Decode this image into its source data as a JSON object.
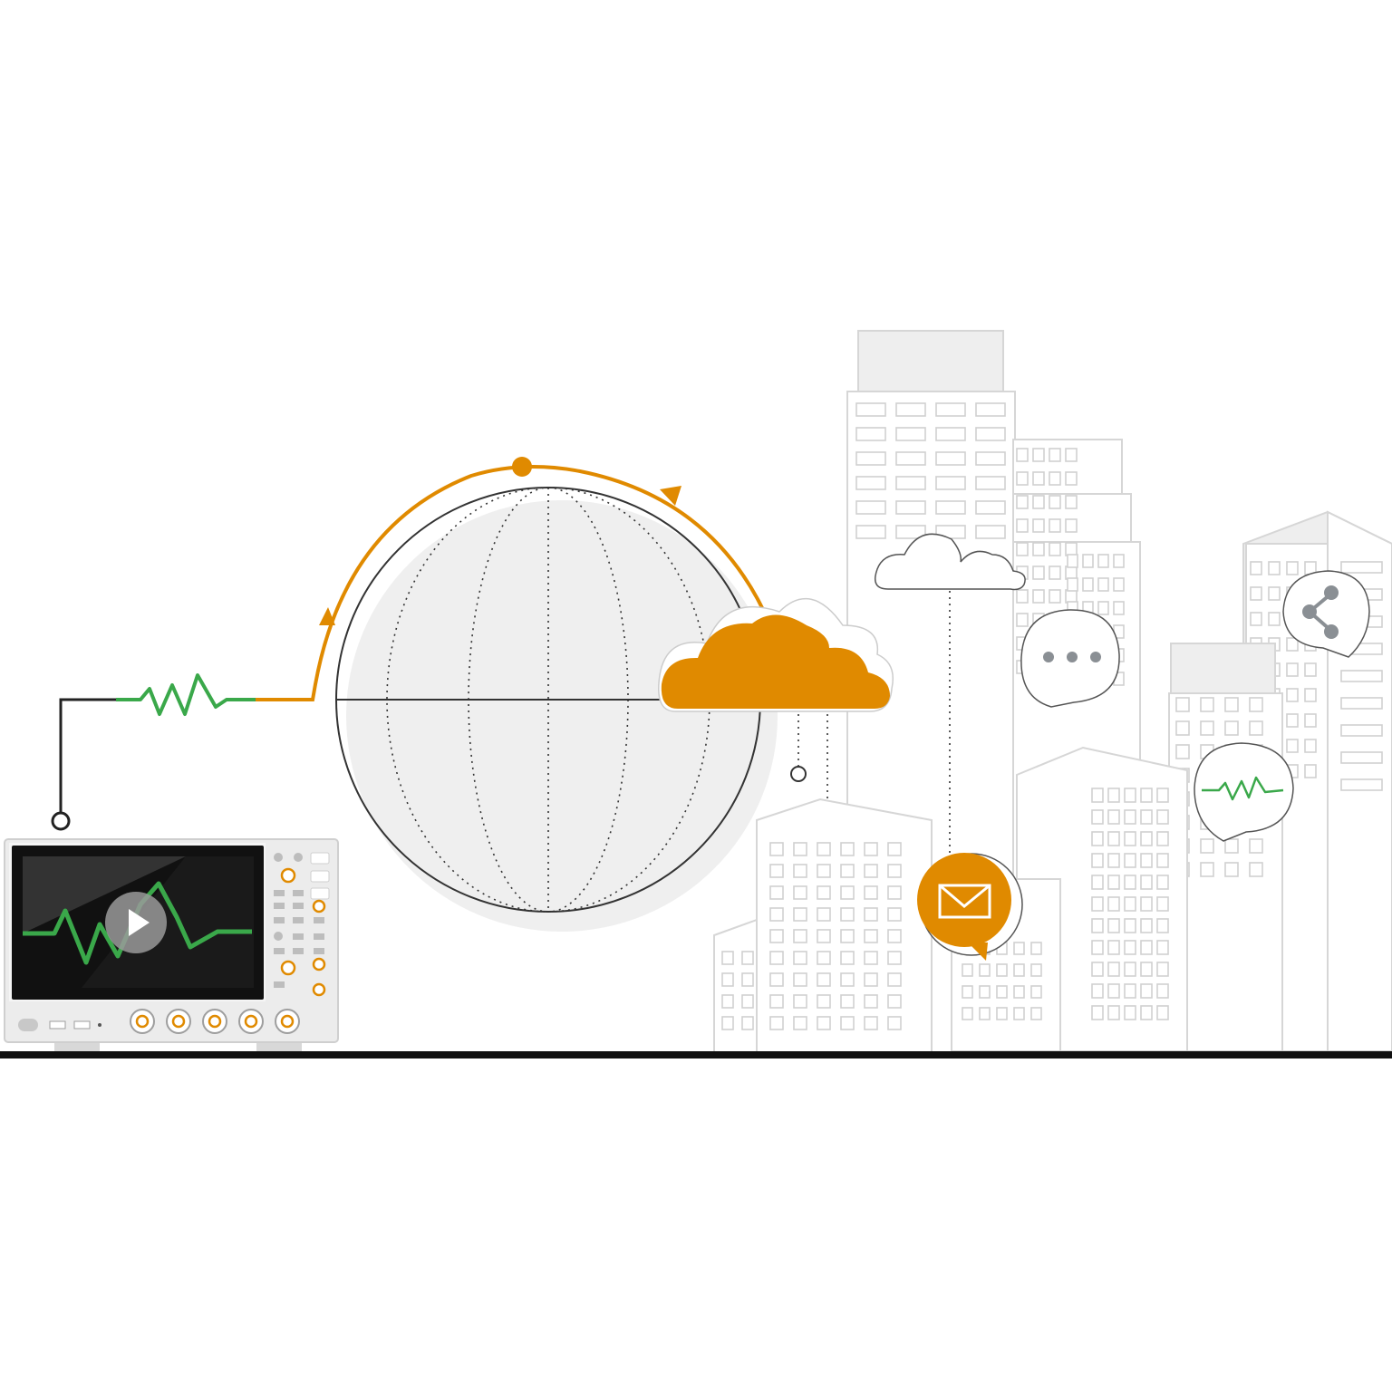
{
  "colors": {
    "accent": "#e08a00",
    "signal": "#3aa84a",
    "building_stroke": "#d6d6d6",
    "globe_fill": "#efefef",
    "ground": "#111111",
    "screen": "#111111",
    "icon_gray": "#8a8f94"
  },
  "icons": {
    "device": "signal-generator",
    "play": "play-icon",
    "cloud": "cloud-icon",
    "globe": "globe-icon",
    "mail": "mail-icon",
    "chat": "chat-bubble-dots-icon",
    "share": "share-icon",
    "waveform": "waveform-icon"
  },
  "device": {
    "knob_count": 5,
    "usb_ports": 2
  }
}
